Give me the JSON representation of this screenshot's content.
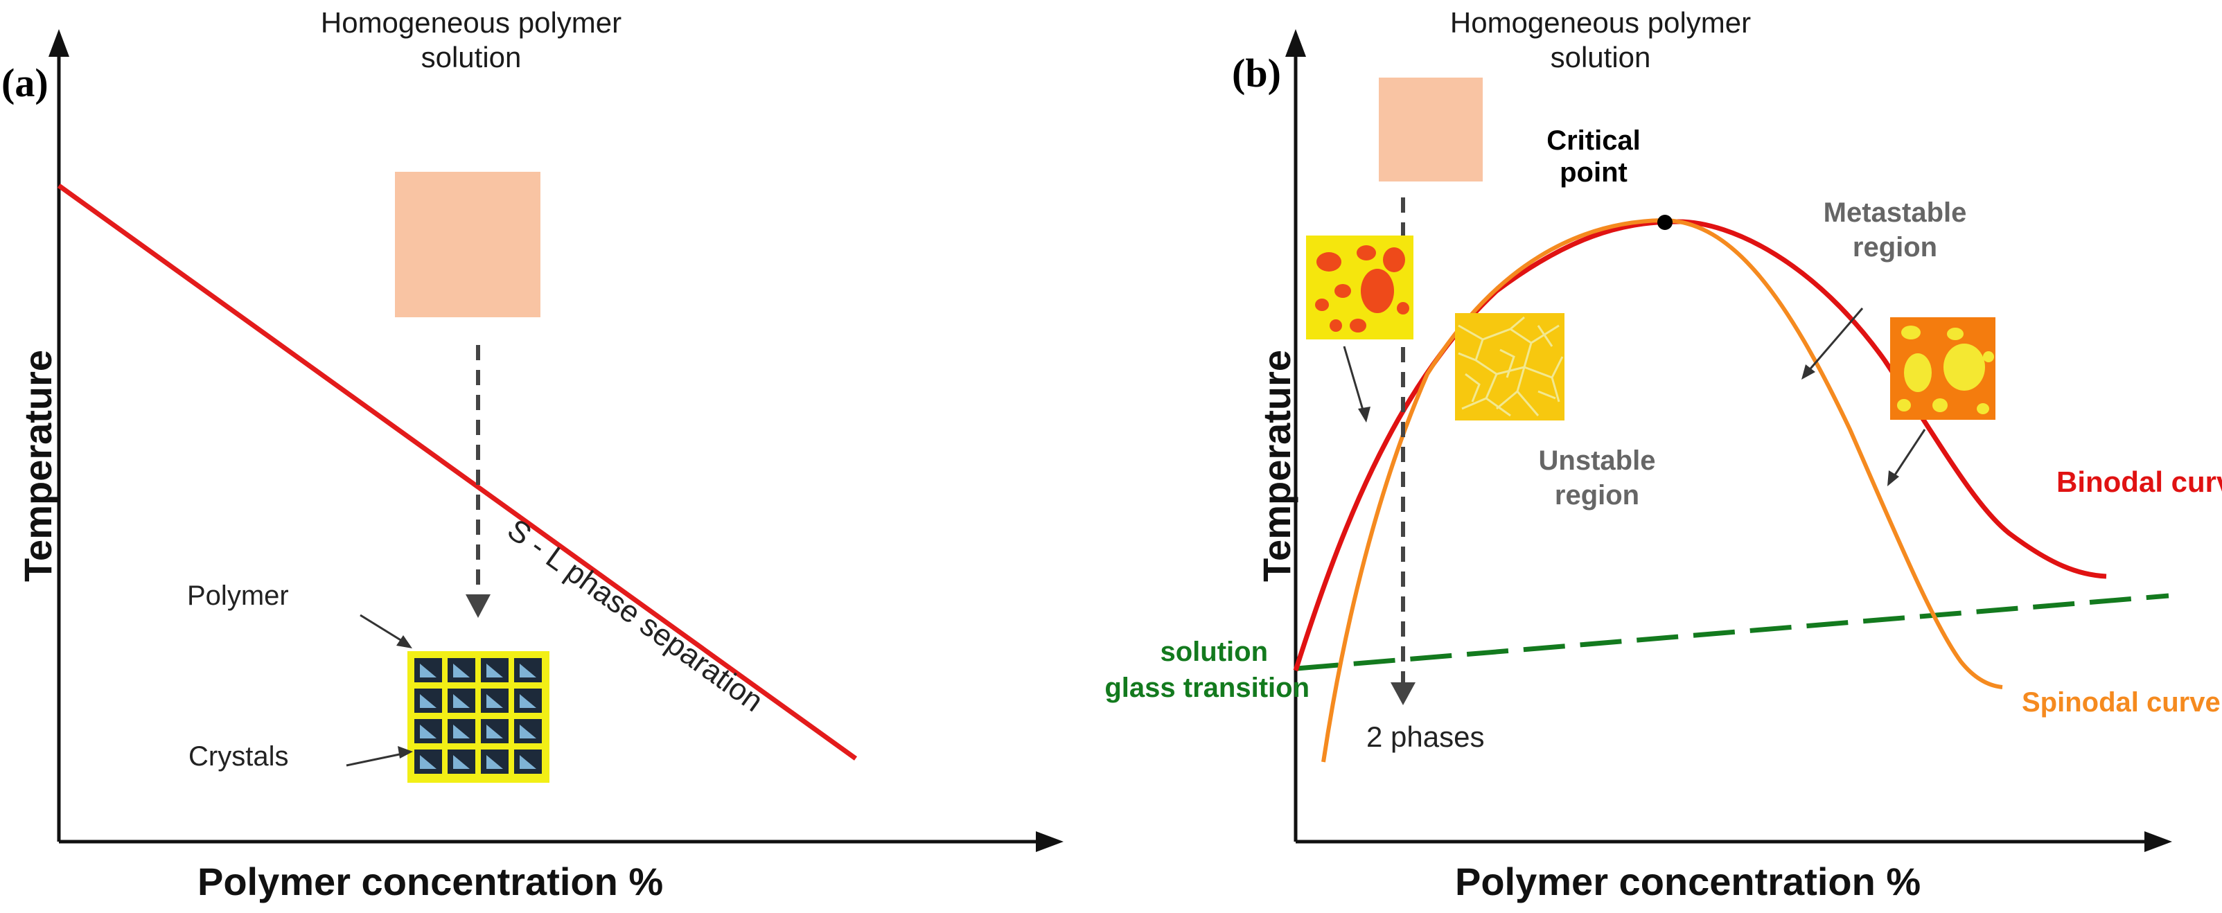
{
  "panel_a": {
    "letter": "(a)",
    "header_line1": "Homogeneous polymer",
    "header_line2": "solution",
    "y_axis_label": "Temperature",
    "x_axis_label": "Polymer concentration %",
    "line_label": "S - L phase separation",
    "polymer_label": "Polymer",
    "crystals_label": "Crystals",
    "colors": {
      "line": "#e31b1b",
      "solution_box": "#f9c4a3",
      "crystal_bg": "#f2ef16",
      "crystal_cell": "#1d2a3a"
    }
  },
  "panel_b": {
    "letter": "(b)",
    "header_line1": "Homogeneous polymer",
    "header_line2": "solution",
    "y_axis_label": "Temperature",
    "x_axis_label": "Polymer concentration %",
    "critical_point_line1": "Critical",
    "critical_point_line2": "point",
    "metastable_line1": "Metastable",
    "metastable_line2": "region",
    "unstable_line1": "Unstable",
    "unstable_line2": "region",
    "binodal_label": "Binodal curve",
    "spinodal_label": "Spinodal curve",
    "glass_line1": "solution",
    "glass_line2": "glass transition",
    "two_phases_label": "2 phases",
    "colors": {
      "binodal": "#e01212",
      "spinodal": "#f58a1f",
      "glass": "#137a1e",
      "solution_box": "#f9c4a3",
      "droplet_bg": "#f5e60d",
      "droplet": "#ee4a1a",
      "network_bg": "#f7c80f",
      "inverse_bg": "#f47c0e",
      "inverse_drop": "#f4e832"
    }
  }
}
